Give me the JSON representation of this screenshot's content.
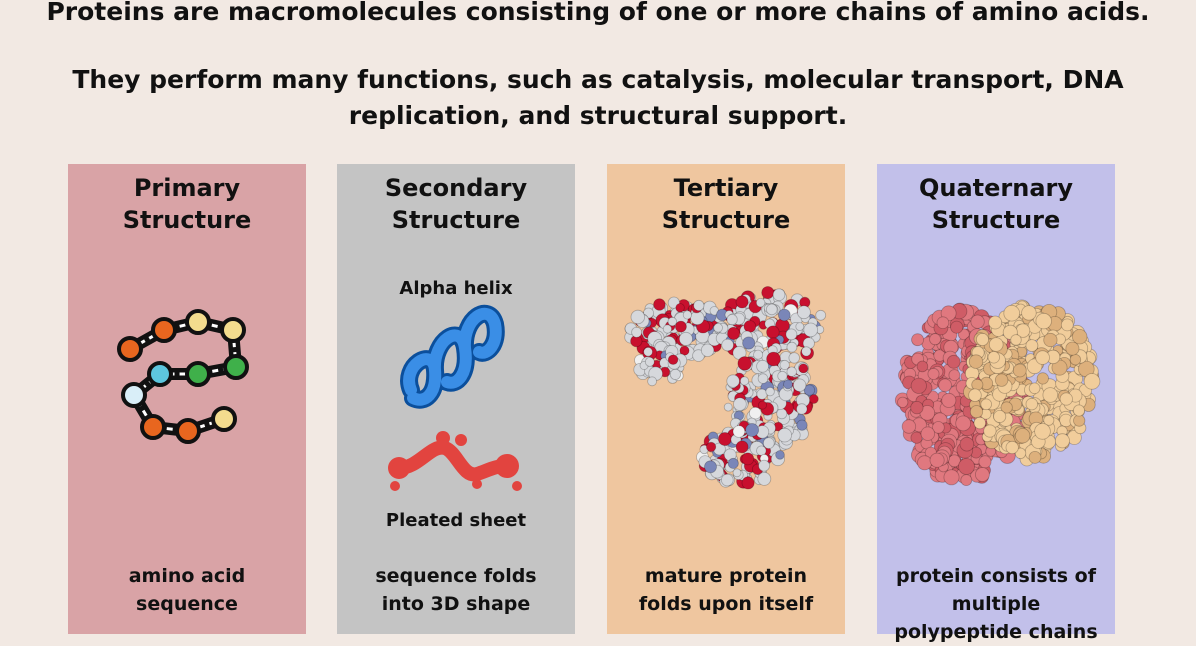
{
  "intro": {
    "line1": "Proteins are macromolecules consisting of one or more chains of amino acids.",
    "line2": "They perform many functions, such as catalysis, molecular transport, DNA replication, and structural support."
  },
  "panels": [
    {
      "title_line1": "Primary",
      "title_line2": "Structure",
      "caption_line1": "amino acid",
      "caption_line2": "sequence",
      "caption_line3": "",
      "color": "#d9a3a6"
    },
    {
      "title_line1": "Secondary",
      "title_line2": "Structure",
      "sub_top": "Alpha helix",
      "sub_bottom": "Pleated sheet",
      "caption_line1": "sequence folds",
      "caption_line2": "into 3D shape",
      "caption_line3": "",
      "color": "#c4c4c4"
    },
    {
      "title_line1": "Tertiary",
      "title_line2": "Structure",
      "caption_line1": "mature protein",
      "caption_line2": "folds upon itself",
      "caption_line3": "",
      "color": "#efc69f"
    },
    {
      "title_line1": "Quaternary",
      "title_line2": "Structure",
      "caption_line1": "protein consists of",
      "caption_line2": "multiple",
      "caption_line3": "polypeptide chains",
      "color": "#c2c0ea"
    }
  ],
  "icons": {
    "primary": "amino-acid-chain-icon",
    "helix": "alpha-helix-icon",
    "sheet": "pleated-sheet-icon",
    "tertiary": "tertiary-protein-model-icon",
    "quaternary": "quaternary-protein-model-icon"
  }
}
